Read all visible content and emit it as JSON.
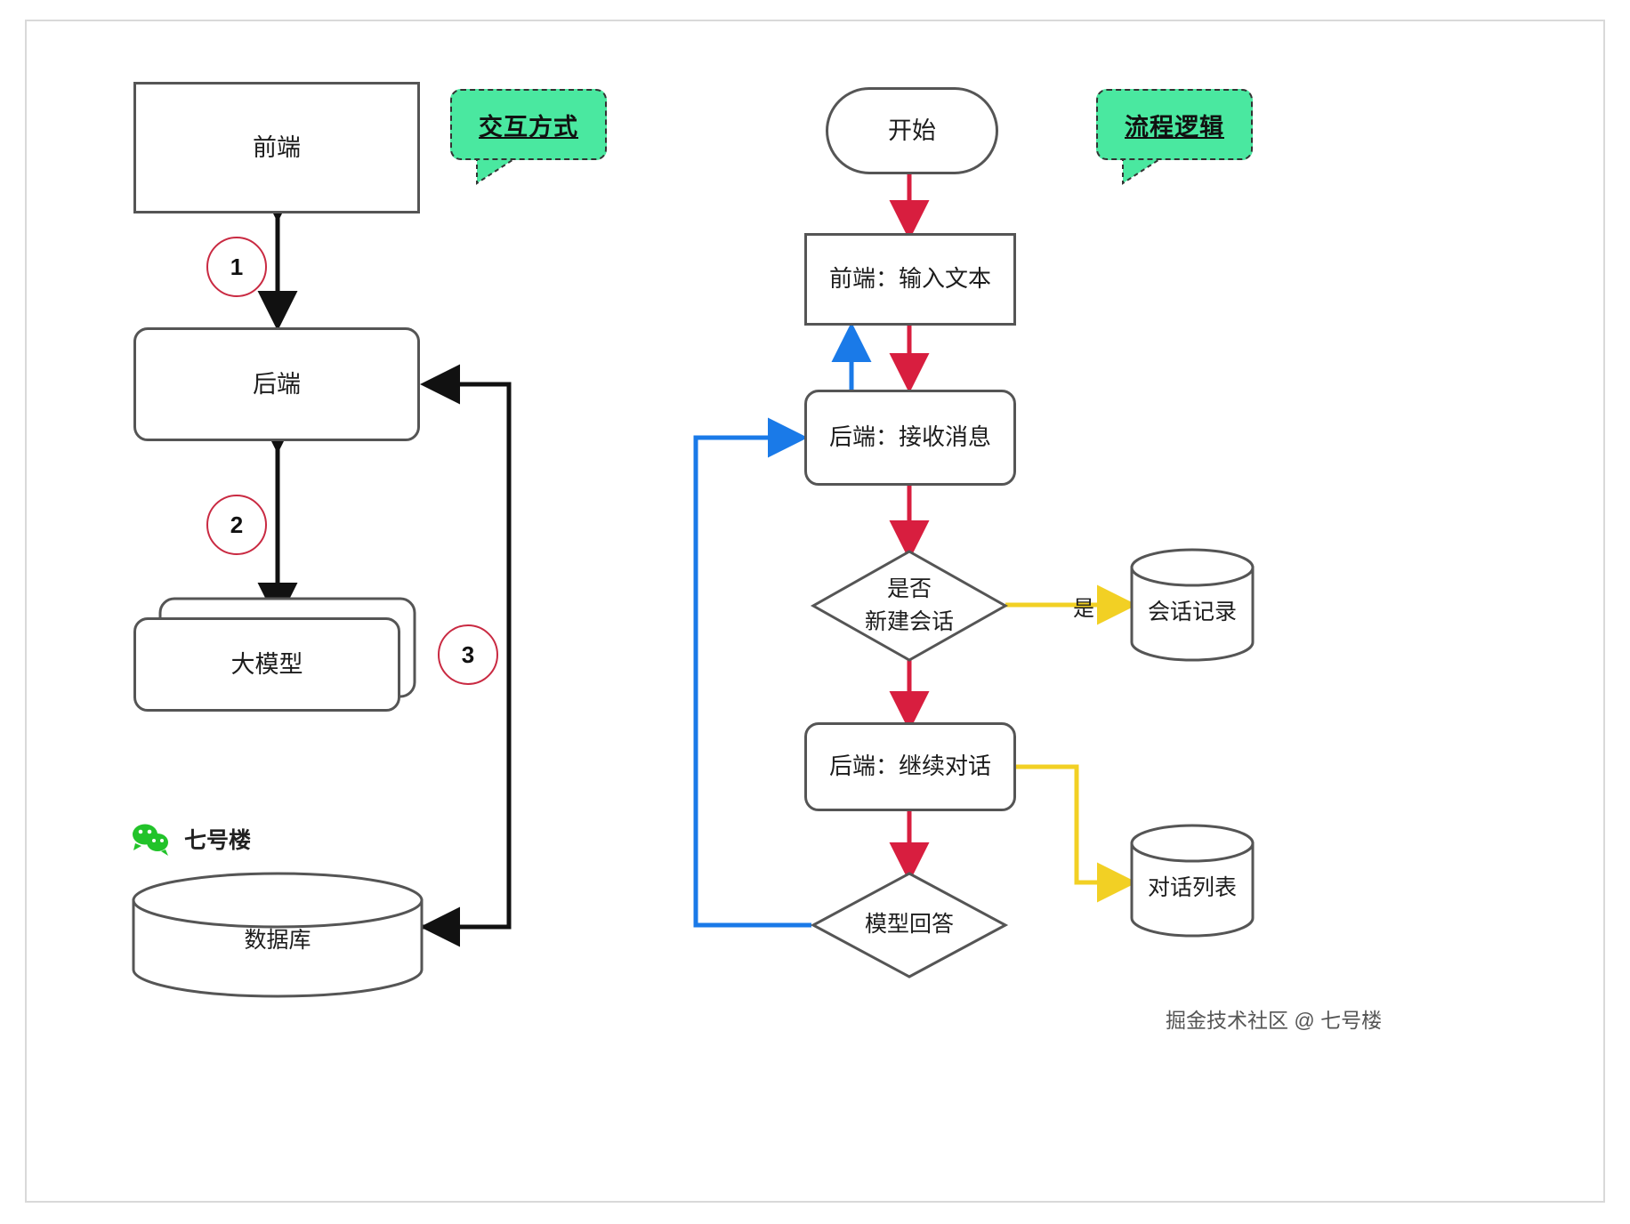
{
  "diagram": {
    "title_labels": {
      "left_callout": "交互方式",
      "right_callout": "流程逻辑"
    },
    "left_panel": {
      "name": "交互方式",
      "nodes": [
        {
          "id": "frontend",
          "label": "前端",
          "shape": "rectangle"
        },
        {
          "id": "backend",
          "label": "后端",
          "shape": "rounded-rectangle"
        },
        {
          "id": "llm",
          "label": "大模型",
          "shape": "stacked-rounded-rectangle"
        },
        {
          "id": "database",
          "label": "数据库",
          "shape": "cylinder"
        }
      ],
      "numbered_markers": [
        "1",
        "2",
        "3"
      ]
    },
    "right_panel": {
      "name": "流程逻辑",
      "nodes": [
        {
          "id": "start",
          "label": "开始",
          "shape": "stadium"
        },
        {
          "id": "fe_input",
          "label": "前端：输入文本",
          "shape": "rectangle"
        },
        {
          "id": "be_receive",
          "label": "后端：接收消息",
          "shape": "rounded-rectangle"
        },
        {
          "id": "decision_new",
          "label_line1": "是否",
          "label_line2": "新建会话",
          "shape": "diamond"
        },
        {
          "id": "session_record",
          "label": "会话记录",
          "shape": "cylinder"
        },
        {
          "id": "be_continue",
          "label": "后端：继续对话",
          "shape": "rounded-rectangle"
        },
        {
          "id": "dialog_list",
          "label": "对话列表",
          "shape": "cylinder"
        },
        {
          "id": "model_answer",
          "label": "模型回答",
          "shape": "diamond"
        }
      ],
      "edge_labels": [
        {
          "id": "yes_branch",
          "label": "是"
        }
      ]
    },
    "watermarks": {
      "wechat_account": "七号楼",
      "footer": "掘金技术社区 @ 七号楼"
    },
    "colors": {
      "stroke": "#555555",
      "callout_green": "#4ae8a0",
      "badge_red": "#c92a42",
      "arrow_crimson": "#d81e3f",
      "arrow_blue": "#1a7ae8",
      "arrow_yellow": "#f2d024",
      "arrow_black": "#111111",
      "wechat_green": "#22c32a",
      "frame_border": "#d9d9d9"
    }
  }
}
